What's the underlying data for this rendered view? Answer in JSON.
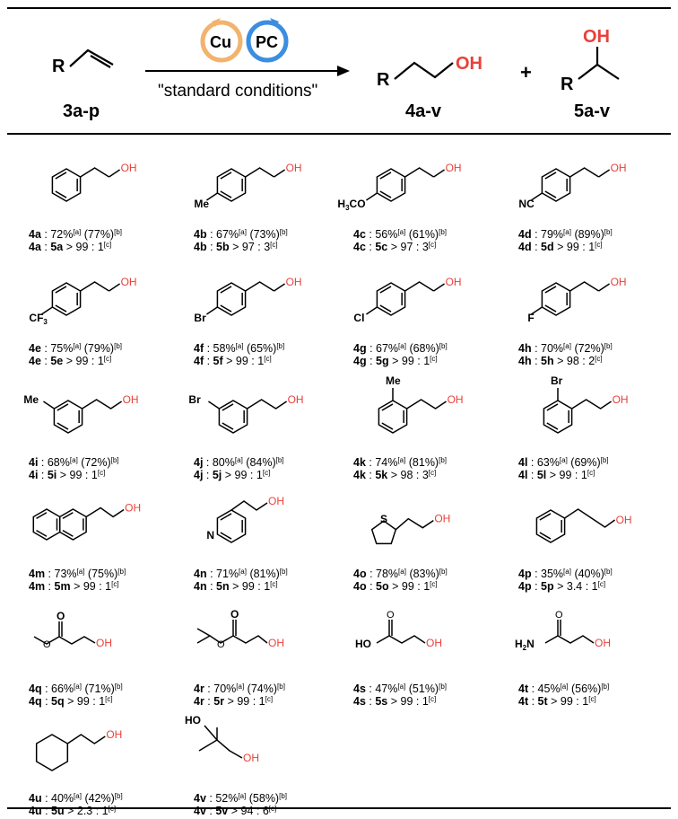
{
  "scheme": {
    "reactant_r": "R",
    "reactant_label": "3a-p",
    "catalyst_cu": "Cu",
    "catalyst_pc": "PC",
    "conditions": "\"standard conditions\"",
    "product_r": "R",
    "product_oh": "OH",
    "product_label": "4a-v",
    "plus": "+",
    "side_r": "R",
    "side_oh": "OH",
    "side_label": "5a-v"
  },
  "colors": {
    "oh": "#e8413a",
    "cu_ring": "#f2b36e",
    "pc_ring": "#3b8ee0"
  },
  "entries": [
    {
      "id": "4a",
      "yield": "72%",
      "sup_a": "[a]",
      "yield2": "(77%)",
      "sup_b": "[b]",
      "side": "5a",
      "ratio": "> 99 : 1",
      "sup_c": "[c]",
      "sub": ""
    },
    {
      "id": "4b",
      "yield": "67%",
      "sup_a": "[a]",
      "yield2": "(73%)",
      "sup_b": "[b]",
      "side": "5b",
      "ratio": "> 97 : 3",
      "sup_c": "[c]",
      "sub": "Me"
    },
    {
      "id": "4c",
      "yield": "56%",
      "sup_a": "[a]",
      "yield2": "(61%)",
      "sup_b": "[b]",
      "side": "5c",
      "ratio": "> 97 : 3",
      "sup_c": "[c]",
      "sub": "H3CO"
    },
    {
      "id": "4d",
      "yield": "79%",
      "sup_a": "[a]",
      "yield2": "(89%)",
      "sup_b": "[b]",
      "side": "5d",
      "ratio": "> 99 : 1",
      "sup_c": "[c]",
      "sub": "NC"
    },
    {
      "id": "4e",
      "yield": "75%",
      "sup_a": "[a]",
      "yield2": "(79%)",
      "sup_b": "[b]",
      "side": "5e",
      "ratio": "> 99 : 1",
      "sup_c": "[c]",
      "sub": "CF3"
    },
    {
      "id": "4f",
      "yield": "58%",
      "sup_a": "[a]",
      "yield2": "(65%)",
      "sup_b": "[b]",
      "side": "5f",
      "ratio": "> 99 : 1",
      "sup_c": "[c]",
      "sub": "Br"
    },
    {
      "id": "4g",
      "yield": "67%",
      "sup_a": "[a]",
      "yield2": "(68%)",
      "sup_b": "[b]",
      "side": "5g",
      "ratio": "> 99 : 1",
      "sup_c": "[c]",
      "sub": "Cl"
    },
    {
      "id": "4h",
      "yield": "70%",
      "sup_a": "[a]",
      "yield2": "(72%)",
      "sup_b": "[b]",
      "side": "5h",
      "ratio": "> 98 : 2",
      "sup_c": "[c]",
      "sub": "F"
    },
    {
      "id": "4i",
      "yield": "68%",
      "sup_a": "[a]",
      "yield2": "(72%)",
      "sup_b": "[b]",
      "side": "5i",
      "ratio": "> 99 : 1",
      "sup_c": "[c]",
      "sub": "Me"
    },
    {
      "id": "4j",
      "yield": "80%",
      "sup_a": "[a]",
      "yield2": "(84%)",
      "sup_b": "[b]",
      "side": "5j",
      "ratio": "> 99 : 1",
      "sup_c": "[c]",
      "sub": "Br"
    },
    {
      "id": "4k",
      "yield": "74%",
      "sup_a": "[a]",
      "yield2": "(81%)",
      "sup_b": "[b]",
      "side": "5k",
      "ratio": "> 98 : 3",
      "sup_c": "[c]",
      "sub": "Me"
    },
    {
      "id": "4l",
      "yield": "63%",
      "sup_a": "[a]",
      "yield2": "(69%)",
      "sup_b": "[b]",
      "side": "5l",
      "ratio": "> 99 : 1",
      "sup_c": "[c]",
      "sub": "Br"
    },
    {
      "id": "4m",
      "yield": "73%",
      "sup_a": "[a]",
      "yield2": "(75%)",
      "sup_b": "[b]",
      "side": "5m",
      "ratio": "> 99 : 1",
      "sup_c": "[c]",
      "sub": ""
    },
    {
      "id": "4n",
      "yield": "71%",
      "sup_a": "[a]",
      "yield2": "(81%)",
      "sup_b": "[b]",
      "side": "5n",
      "ratio": "> 99 : 1",
      "sup_c": "[c]",
      "sub": "N"
    },
    {
      "id": "4o",
      "yield": "78%",
      "sup_a": "[a]",
      "yield2": "(83%)",
      "sup_b": "[b]",
      "side": "5o",
      "ratio": "> 99 : 1",
      "sup_c": "[c]",
      "sub": "S"
    },
    {
      "id": "4p",
      "yield": "35%",
      "sup_a": "[a]",
      "yield2": "(40%)",
      "sup_b": "[b]",
      "side": "5p",
      "ratio": "> 3.4 : 1",
      "sup_c": "[c]",
      "sub": ""
    },
    {
      "id": "4q",
      "yield": "66%",
      "sup_a": "[a]",
      "yield2": "(71%)",
      "sup_b": "[b]",
      "side": "5q",
      "ratio": "> 99 : 1",
      "sup_c": "[c]",
      "sub": "O"
    },
    {
      "id": "4r",
      "yield": "70%",
      "sup_a": "[a]",
      "yield2": "(74%)",
      "sup_b": "[b]",
      "side": "5r",
      "ratio": "> 99 : 1",
      "sup_c": "[c]",
      "sub": "O"
    },
    {
      "id": "4s",
      "yield": "47%",
      "sup_a": "[a]",
      "yield2": "(51%)",
      "sup_b": "[b]",
      "side": "5s",
      "ratio": "> 99 : 1",
      "sup_c": "[c]",
      "sub": "HO"
    },
    {
      "id": "4t",
      "yield": "45%",
      "sup_a": "[a]",
      "yield2": "(56%)",
      "sup_b": "[b]",
      "side": "5t",
      "ratio": "> 99 : 1",
      "sup_c": "[c]",
      "sub": "H2N"
    },
    {
      "id": "4u",
      "yield": "40%",
      "sup_a": "[a]",
      "yield2": "(42%)",
      "sup_b": "[b]",
      "side": "5u",
      "ratio": "> 2.3 : 1",
      "sup_c": "[c]",
      "sub": ""
    },
    {
      "id": "4v",
      "yield": "52%",
      "sup_a": "[a]",
      "yield2": "(58%)",
      "sup_b": "[b]",
      "side": "5v",
      "ratio": "> 94 : 6",
      "sup_c": "[c]",
      "sub": "HO"
    }
  ],
  "oh_label": "OH"
}
